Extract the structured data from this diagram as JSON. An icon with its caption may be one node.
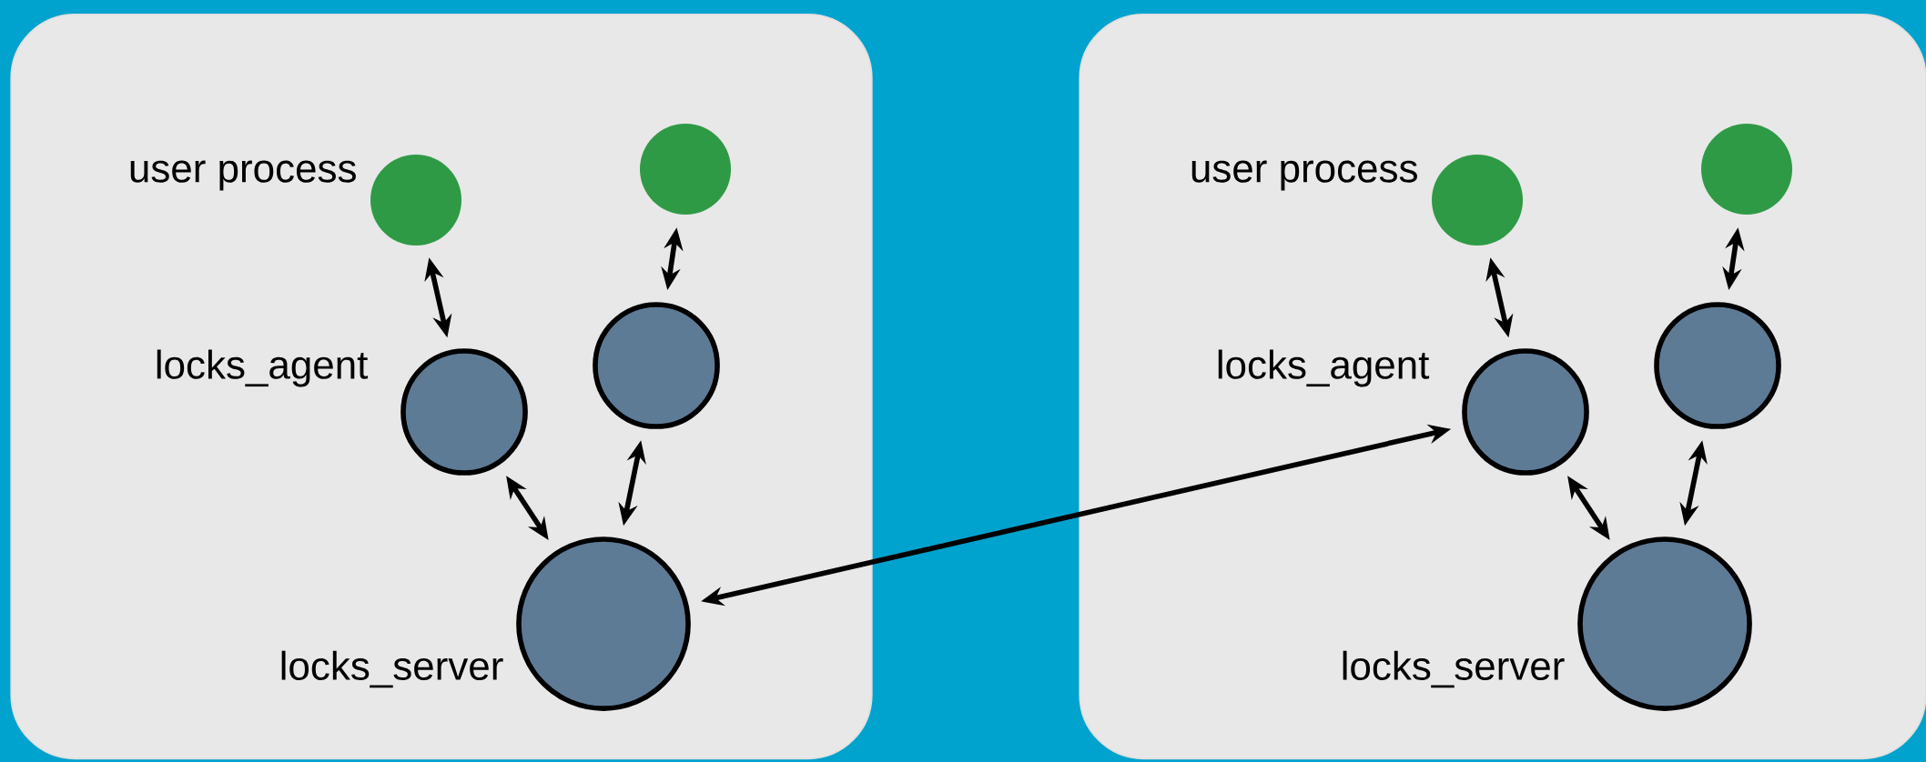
{
  "diagram": {
    "nodes": [
      {
        "text": [],
        "shape": "box"
      },
      {
        "text": [],
        "shape": "circle",
        "in": 0,
        "beside": [
          "user process"
        ]
      },
      {
        "text": [],
        "shape": "circle",
        "in": 0
      },
      {
        "text": [],
        "shape": "circle",
        "in": 0,
        "beside": [
          "locks_agent"
        ]
      },
      {
        "text": [],
        "shape": "circle",
        "in": 0
      },
      {
        "text": [],
        "shape": "circle",
        "in": 0,
        "beside": [
          "locks_server"
        ]
      },
      {
        "text": [],
        "shape": "box"
      },
      {
        "text": [],
        "shape": "circle",
        "in": 6,
        "beside": [
          "user process"
        ]
      },
      {
        "text": [],
        "shape": "circle",
        "in": 6
      },
      {
        "text": [],
        "shape": "circle",
        "in": 6,
        "beside": [
          "locks_agent"
        ]
      },
      {
        "text": [],
        "shape": "circle",
        "in": 6
      },
      {
        "text": [],
        "shape": "circle",
        "in": 6,
        "beside": [
          "locks_server"
        ]
      }
    ],
    "edges": [
      {
        "from": 1,
        "to": 3,
        "arrow": "both"
      },
      {
        "from": 2,
        "to": 4,
        "arrow": "both"
      },
      {
        "from": 3,
        "to": 5,
        "arrow": "both"
      },
      {
        "from": 4,
        "to": 5,
        "arrow": "both"
      },
      {
        "from": 7,
        "to": 9,
        "arrow": "both"
      },
      {
        "from": 8,
        "to": 10,
        "arrow": "both"
      },
      {
        "from": 9,
        "to": 11,
        "arrow": "both"
      },
      {
        "from": 10,
        "to": 11,
        "arrow": "both"
      },
      {
        "from": 5,
        "to": 9,
        "arrow": "both"
      }
    ]
  }
}
